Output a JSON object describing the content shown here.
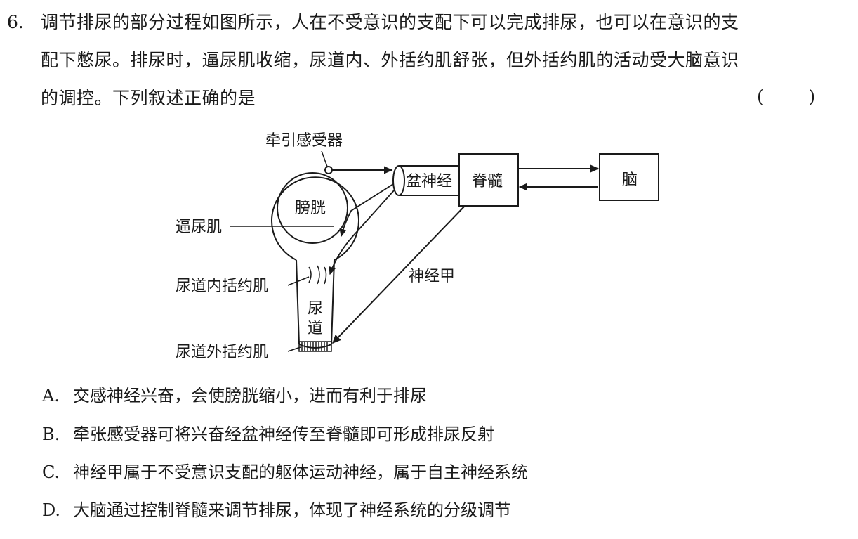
{
  "question": {
    "number": "6.",
    "lines": [
      "调节排尿的部分过程如图所示，人在不受意识的支配下可以完成排尿，也可以在意识的支",
      "配下憋尿。排尿时，逼尿肌收缩，尿道内、外括约肌舒张，但外括约肌的活动受大脑意识",
      "的调控。下列叙述正确的是"
    ],
    "answer_blank": "(        )"
  },
  "figure": {
    "labels": {
      "receptor": "牵引感受器",
      "bladder": "膀胱",
      "detrusor": "逼尿肌",
      "inner_sphincter": "尿道内括约肌",
      "urethra_1": "尿",
      "urethra_2": "道",
      "outer_sphincter": "尿道外括约肌",
      "pelvic_nerve": "盆神经",
      "spinal_cord": "脊髓",
      "brain": "脑",
      "nerve_a": "神经甲"
    }
  },
  "options": [
    {
      "letter": "A.",
      "text": "交感神经兴奋，会使膀胱缩小，进而有利于排尿"
    },
    {
      "letter": "B.",
      "text": "牵张感受器可将兴奋经盆神经传至脊髓即可形成排尿反射"
    },
    {
      "letter": "C.",
      "text": "神经甲属于不受意识支配的躯体运动神经，属于自主神经系统"
    },
    {
      "letter": "D.",
      "text": "大脑通过控制脊髓来调节排尿，体现了神经系统的分级调节"
    }
  ]
}
